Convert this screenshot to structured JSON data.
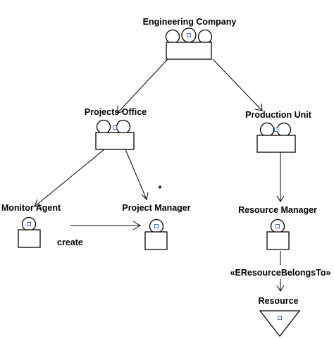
{
  "nodes": {
    "engineering_company": "Engineering Company",
    "projects_office": "Projects Office",
    "production_unit": "Production Unit",
    "monitor_agent": "Monitor Agent",
    "project_manager": "Project Manager",
    "resource_manager": "Resource Manager",
    "resource": "Resource"
  },
  "edges": {
    "create": "create",
    "belongs_to": "«EResourceBelongsTo»",
    "multiplicity": "*"
  }
}
